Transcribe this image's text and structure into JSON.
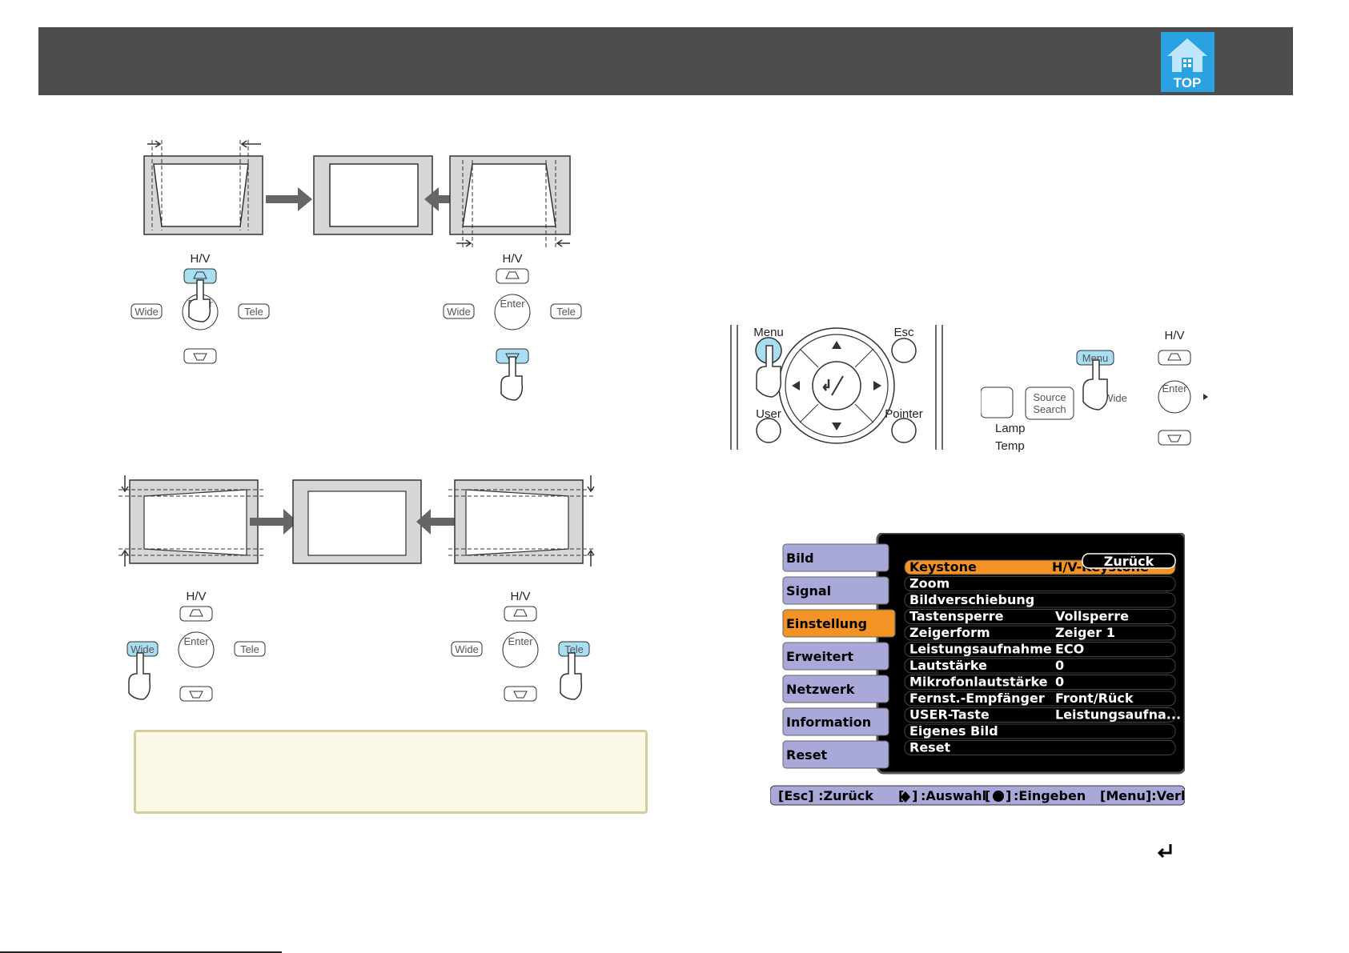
{
  "header": {
    "logo_label": "TOP"
  },
  "remote_keys": {
    "hv": "H/V",
    "wide": "Wide",
    "tele": "Tele",
    "enter": "Enter",
    "menu": "Menu",
    "esc": "Esc",
    "user": "User",
    "pointer": "Pointer",
    "source": "Source",
    "search": "Search",
    "lamp": "Lamp",
    "temp": "Temp"
  },
  "osd": {
    "sidebar": [
      "Bild",
      "Signal",
      "Einstellung",
      "Erweitert",
      "Netzwerk",
      "Information",
      "Reset"
    ],
    "selected_sidebar": "Einstellung",
    "back_button": "Zurück",
    "rows": [
      {
        "label": "Keystone",
        "value": "H/V-Keystone"
      },
      {
        "label": "Zoom",
        "value": ""
      },
      {
        "label": "Bildverschiebung",
        "value": ""
      },
      {
        "label": "Tastensperre",
        "value": "Vollsperre"
      },
      {
        "label": "Zeigerform",
        "value": "Zeiger 1"
      },
      {
        "label": "Leistungsaufnahme",
        "value": "ECO"
      },
      {
        "label": "Lautstärke",
        "value": "0"
      },
      {
        "label": "Mikrofonlautstärke",
        "value": "0"
      },
      {
        "label": "Fernst.-Empfänger",
        "value": "Front/Rück"
      },
      {
        "label": "USER-Taste",
        "value": "Leistungsaufna..."
      },
      {
        "label": "Eigenes Bild",
        "value": ""
      },
      {
        "label": "Reset",
        "value": ""
      }
    ],
    "footer": {
      "esc": "[Esc] :Zurück",
      "select": ":Auswahl",
      "enter": ":Eingeben",
      "menu": "[Menu]:Verl."
    }
  },
  "colors": {
    "header": "#4d4d4d",
    "highlight": "#f39325",
    "key_highlight": "#a9def2",
    "osd_sidebar": "#a9a9d9",
    "osd_bg": "#000000"
  }
}
